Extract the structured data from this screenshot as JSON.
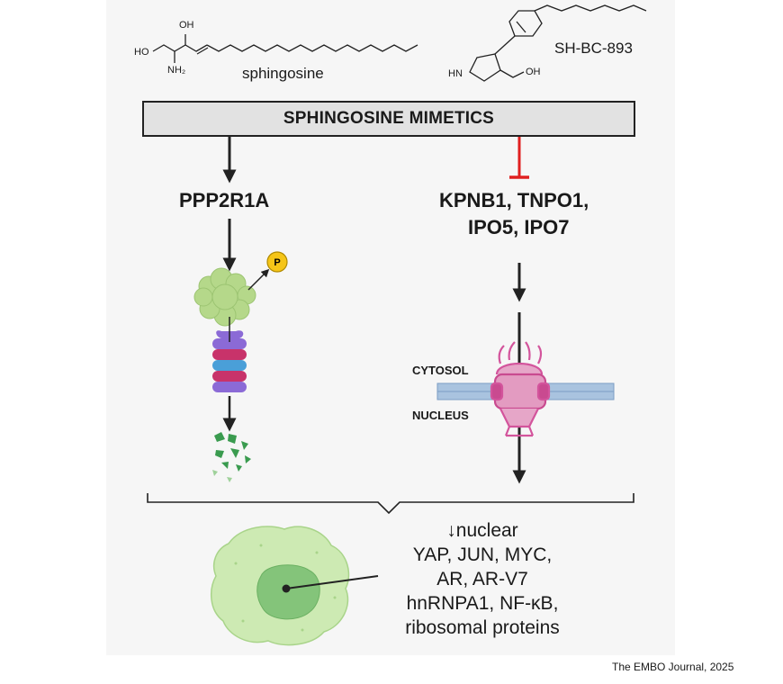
{
  "molecules": {
    "sphingosine": {
      "name": "sphingosine",
      "atoms": {
        "oh": "OH",
        "ho": "HO",
        "nh2": "NH₂"
      }
    },
    "sh_bc_893": {
      "name": "SH-BC-893",
      "atoms": {
        "hn": "HN",
        "oh": "OH"
      }
    }
  },
  "header": {
    "title": "SPHINGOSINE MIMETICS"
  },
  "left_branch": {
    "target": "PPP2R1A",
    "phosphate": "P"
  },
  "right_branch": {
    "targets_line1": "KPNB1, TNPO1,",
    "targets_line2": "IPO5, IPO7",
    "cytosol": "CYTOSOL",
    "nucleus": "NUCLEUS"
  },
  "outcome": {
    "lines": [
      "↓nuclear",
      "YAP, JUN, MYC,",
      "AR, AR-V7",
      "hnRNPA1, NF-κB,",
      "ribosomal proteins"
    ]
  },
  "credit": "The EMBO Journal, 2025",
  "colors": {
    "inhibit_red": "#e02020",
    "protein_green": "#b5d88a",
    "cell_green": "#cdeab3",
    "nucleus_green": "#84c47a",
    "pore_pink": "#d3549c",
    "membrane_blue": "#a9c3df",
    "proteasome_purple": "#8b6ad6",
    "proteasome_red": "#c8336a",
    "proteasome_blue": "#4a9fd8",
    "fragment_green": "#3a9b4f",
    "phosphate_yellow": "#f5c518"
  }
}
